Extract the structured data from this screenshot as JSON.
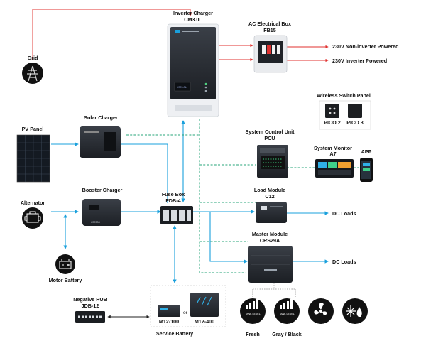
{
  "nodes": {
    "inverter": {
      "title": "Inverter Charger",
      "model": "CM3.0L",
      "device_text": "CM3.0L"
    },
    "ac_box": {
      "title": "AC Electrical Box",
      "model": "FB15"
    },
    "grid": {
      "label": "Grid"
    },
    "solar_charger": {
      "label": "Solar Charger"
    },
    "pv_panel": {
      "label": "PV Panel"
    },
    "booster_charger": {
      "label": "Booster Charger",
      "device_text": "CM300"
    },
    "alternator": {
      "label": "Alternator"
    },
    "motor_battery": {
      "label": "Motor Battery"
    },
    "fuse_box": {
      "title": "Fuse Box",
      "model": "FDB-4"
    },
    "pcu": {
      "title": "System Control Unit",
      "model": "PCU"
    },
    "monitor": {
      "title": "System Monitor",
      "model": "A7"
    },
    "app": {
      "label": "APP"
    },
    "wireless_panel": {
      "title": "Wireless Switch Panel",
      "items": [
        "PICO 2",
        "PICO 3"
      ]
    },
    "load_module": {
      "title": "Load Module",
      "model": "C12"
    },
    "master_module": {
      "title": "Master Module",
      "model": "CRS29A"
    },
    "negative_hub": {
      "title": "Negative HUB",
      "model": "JDB-12"
    },
    "service_battery": {
      "label": "Service Battery",
      "items": [
        "M12-100",
        "M12-400"
      ],
      "or_text": "or"
    },
    "sensors": {
      "tank_text": "TANK LEVEL",
      "fresh": "Fresh",
      "gray": "Gray / Black"
    }
  },
  "outputs": {
    "ac1": "230V Non-inverter Powered",
    "ac2": "230V Inverter Powered",
    "dc1": "DC Loads",
    "dc2": "DC Loads"
  },
  "colors": {
    "ac_line": "#e0312f",
    "dc_line": "#1aa0dc",
    "comm_line": "#27a57a",
    "device_dark": "#2b2f36",
    "accent": "#1aa0dc"
  }
}
